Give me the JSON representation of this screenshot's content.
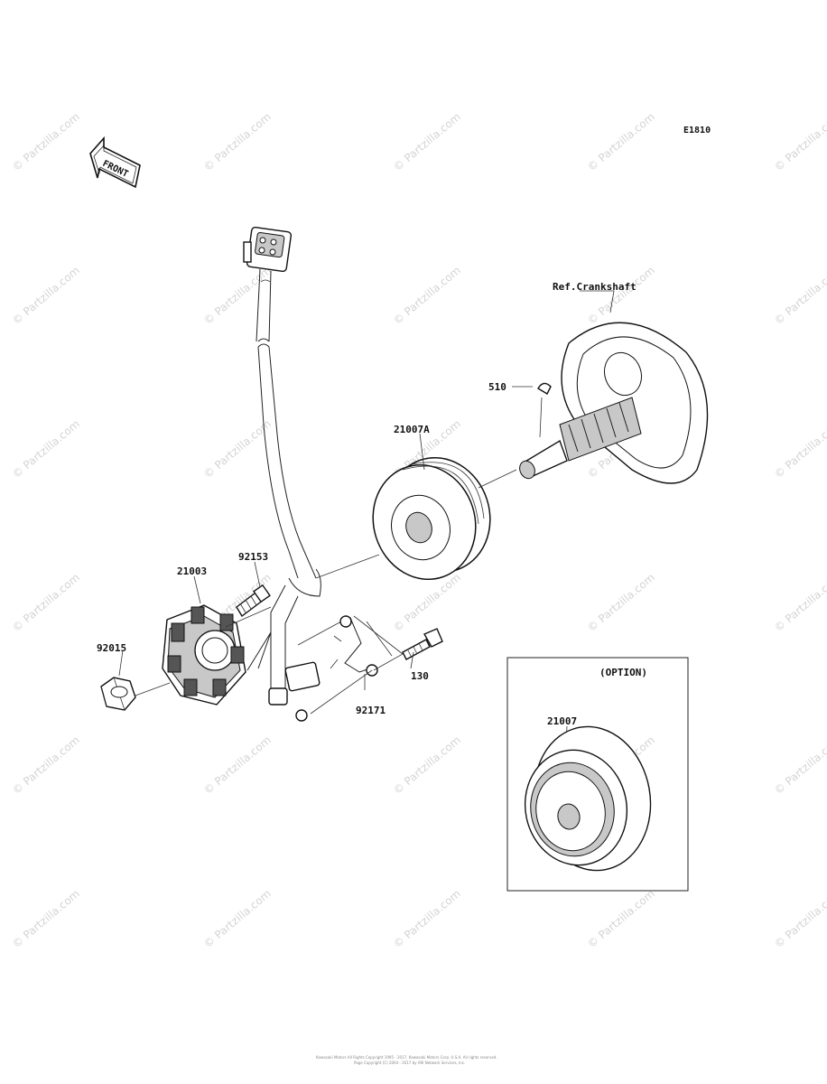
{
  "watermark": "© Partzilla.com",
  "diagram_code": "E1810",
  "front_label": "FRONT",
  "option_label": "(OPTION)",
  "labels": {
    "ref_crankshaft": "Ref.Crankshaft",
    "p510": "510",
    "p21007A": "21007A",
    "p92153": "92153",
    "p21003": "21003",
    "p92015": "92015",
    "p130": "130",
    "p92171": "92171",
    "p21007": "21007"
  },
  "footer": {
    "line1": "Kawasaki Motors All Rights Copyright 1995 - 2017, Kawasaki Motors Corp. U.S.A. All rights reserved.",
    "line2": "Page Copyright (C) 2004 - 2017 by ARI Network Services, Inc."
  }
}
